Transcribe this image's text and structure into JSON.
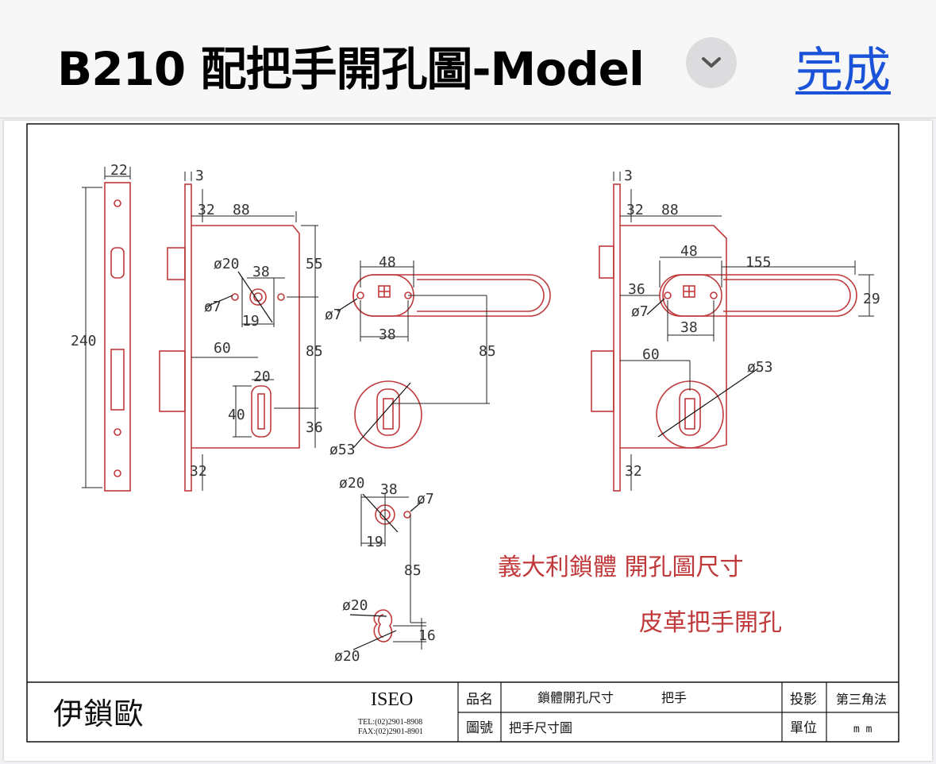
{
  "header": {
    "title": "B210 配把手開孔圖-Model",
    "done_label": "完成",
    "chevron_icon": "chevron-down-icon"
  },
  "drawing": {
    "dims": {
      "d22": "22",
      "d240": "240",
      "d3a": "3",
      "d32a": "32",
      "d88a": "88",
      "d55": "55",
      "d85a": "85",
      "d36a": "36",
      "d32b": "32",
      "phi20a": "ø20",
      "d38a": "38",
      "phi7a": "ø7",
      "d19a": "19",
      "d60a": "60",
      "d20": "20",
      "d40": "40",
      "d48a": "48",
      "phi7b": "ø7",
      "d38b": "38",
      "d85b": "85",
      "phi53a": "ø53",
      "phi20b": "ø20",
      "d38c": "38",
      "phi7c": "ø7",
      "d19b": "19",
      "d85c": "85",
      "phi20c": "ø20",
      "phi20d": "ø20",
      "d16": "16",
      "d3b": "3",
      "d32c": "32",
      "d88b": "88",
      "d48b": "48",
      "d155": "155",
      "d36b": "36",
      "phi7d": "ø7",
      "d38d": "38",
      "d29": "29",
      "d60b": "60",
      "phi53b": "ø53",
      "d32d": "32"
    },
    "caption1": "義大利鎖體 開孔圖尺寸",
    "caption2": "皮革把手開孔",
    "title_block": {
      "company": "伊鎖歐",
      "brand": "ISEO",
      "tel": "TEL:(02)2901-8908",
      "fax": "FAX:(02)2901-8901",
      "name_label": "品名",
      "name_value1": "鎖體開孔尺寸",
      "name_value2": "把手",
      "number_label": "圖號",
      "number_value": "把手尺寸圖",
      "projection_label": "投影",
      "projection_value": "第三角法",
      "unit_label": "單位",
      "unit_value": "m m"
    }
  },
  "colors": {
    "accent": "#1a52d8",
    "drawing_red": "#c0393b"
  }
}
